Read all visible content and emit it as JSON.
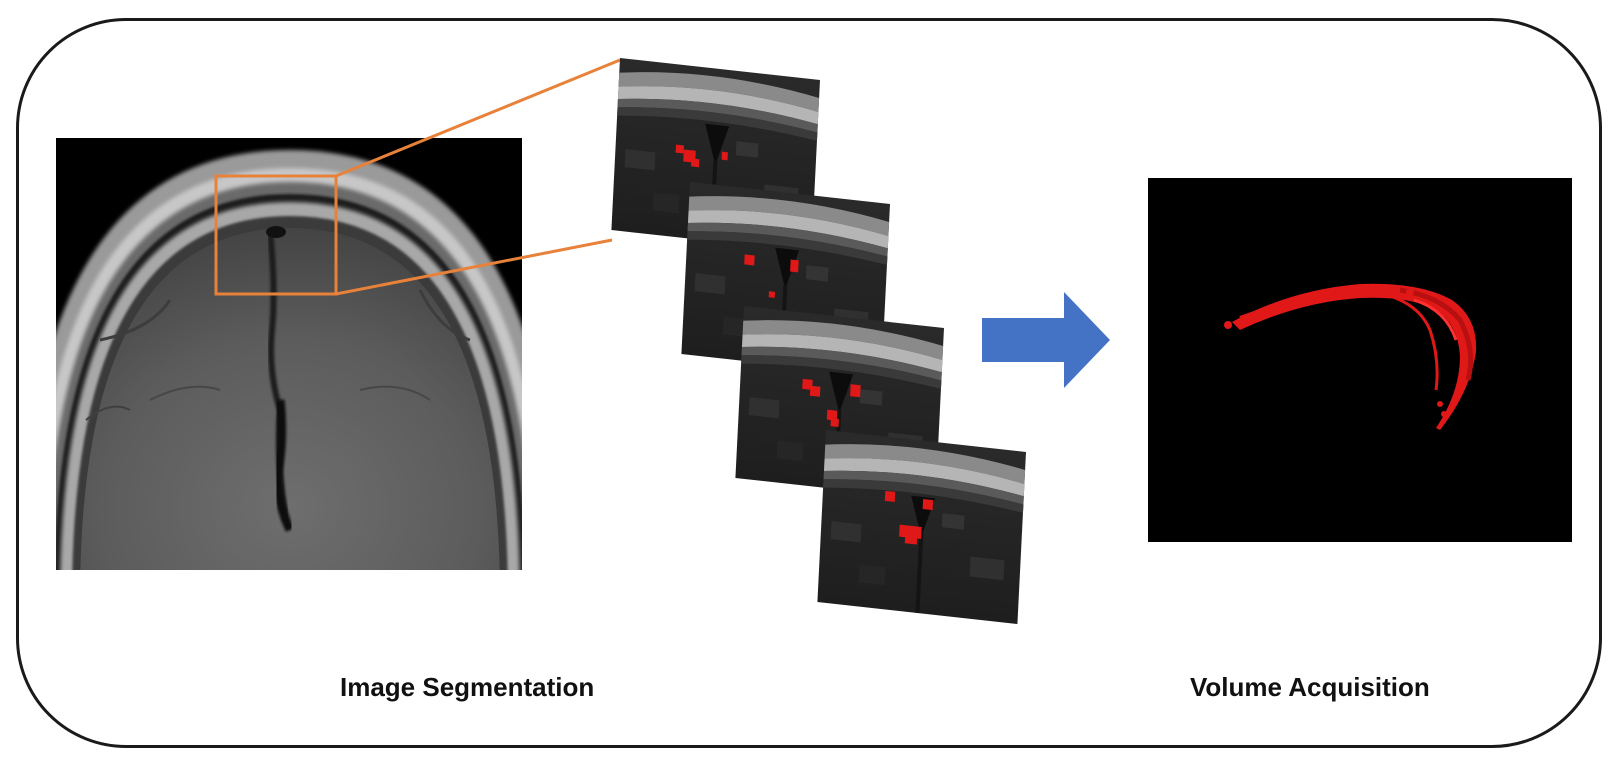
{
  "captions": {
    "left": "Image Segmentation",
    "right": "Volume Acquisition"
  },
  "colors": {
    "border": "#1a1a1a",
    "zoom_box": "#e8823a",
    "arrow": "#4472c4",
    "segmentation": "#e01818",
    "mri_background": "#000000"
  },
  "diagram": {
    "slice_count": 4,
    "source_image": "mri-brain-slice",
    "result_image": "segmented-volume",
    "arrow_direction": "right"
  }
}
